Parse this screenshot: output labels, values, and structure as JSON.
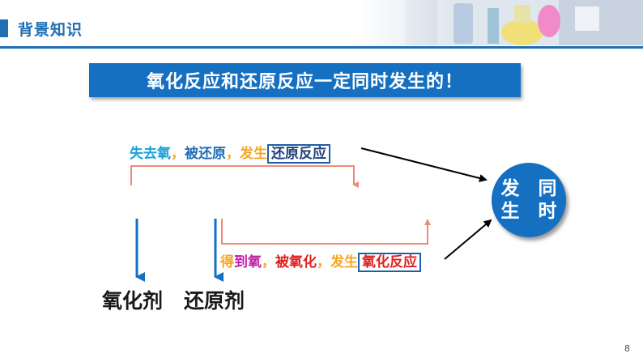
{
  "header": {
    "title": "背景知识"
  },
  "headline": "氧化反应和还原反应一定同时发生的！",
  "phrase_top": {
    "part1": "失去氧",
    "comma1": "，",
    "part2": "被还原",
    "comma2": "，",
    "part3": "发生",
    "boxed": "还原反应"
  },
  "phrase_bottom": {
    "part1a": "得",
    "part1b": "到氧",
    "comma1": "，",
    "part2": "被氧化",
    "comma2": "，",
    "part3": "发生",
    "boxed": "氧化反应"
  },
  "agents": {
    "oxidant": "氧化剂",
    "reductant": "还原剂"
  },
  "circle": {
    "c1": "发",
    "c2": "同",
    "c3": "生",
    "c4": "时"
  },
  "page_number": "8",
  "colors": {
    "accent": "#1670c2",
    "cyan": "#1aa3d6",
    "orange": "#f5a623",
    "magenta": "#c41fa8",
    "red": "#e02020",
    "bracket": "#f08a78"
  }
}
